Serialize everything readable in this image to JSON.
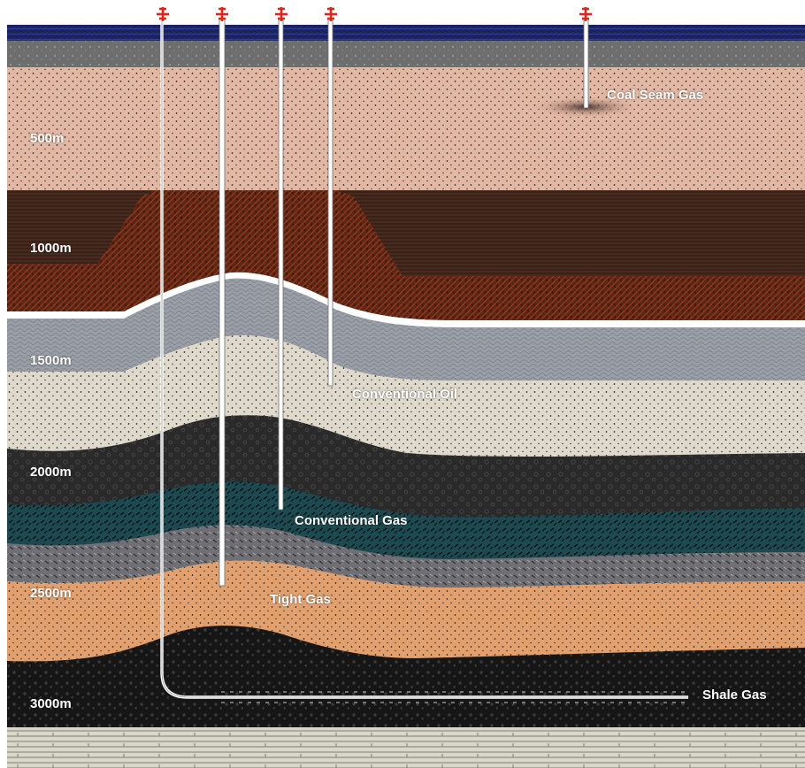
{
  "depth_labels": {
    "d500": "500m",
    "d1000": "1000m",
    "d1500": "1500m",
    "d2000": "2000m",
    "d2500": "2500m",
    "d3000": "3000m"
  },
  "resource_labels": {
    "coal_seam_gas": "Coal Seam Gas",
    "conventional_oil": "Conventional Oil",
    "conventional_gas": "Conventional Gas",
    "tight_gas": "Tight Gas",
    "shale_gas": "Shale Gas"
  },
  "colors": {
    "surface_water": "#1c2460",
    "topsoil_grey": "#6e6e6e",
    "sandstone_pink": "#e2b7a3",
    "brown_shale": "#4a2a1d",
    "red_brown_cap": "#5e2715",
    "grey_layer": "#9a9ea6",
    "light_sand": "#ded9ca",
    "dark_rock": "#2a2a2a",
    "teal_layer": "#1d4a50",
    "grey_mixed": "#707074",
    "orange_sand": "#e2a06f",
    "black_shale": "#161616",
    "bedrock": "#d9d6ca",
    "well_marker": "#e2231a"
  },
  "icons": {
    "wellhead": "wellhead-icon"
  }
}
